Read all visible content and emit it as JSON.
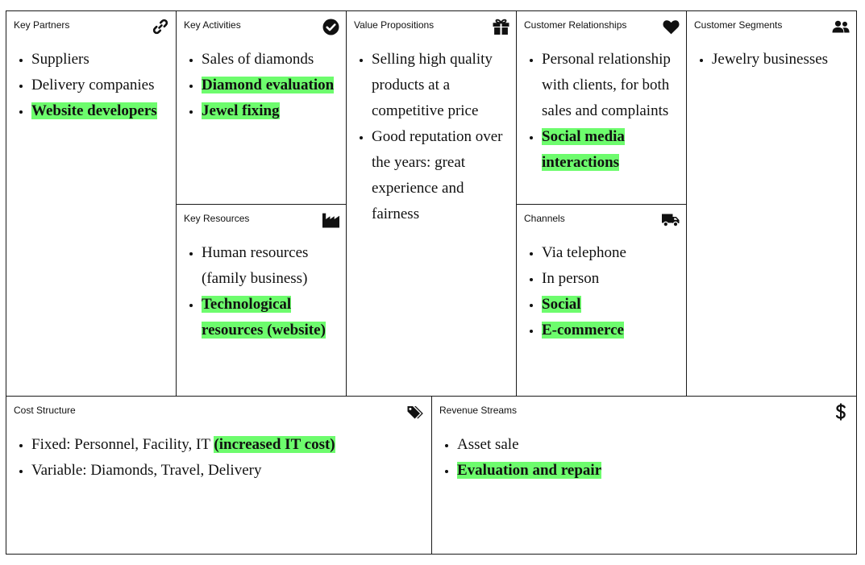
{
  "highlight_color": "#6dfc6d",
  "key_partners": {
    "title": "Key Partners",
    "icon": "link-icon",
    "items": [
      {
        "pre": "Suppliers",
        "hl": ""
      },
      {
        "pre": "Delivery companies",
        "hl": ""
      },
      {
        "pre": "",
        "hl": "Website developers"
      }
    ]
  },
  "key_activities": {
    "title": "Key Activities",
    "icon": "check-circle-icon",
    "items": [
      {
        "pre": "Sales of diamonds",
        "hl": ""
      },
      {
        "pre": "",
        "hl": "Diamond evaluation"
      },
      {
        "pre": "",
        "hl": "Jewel fixing"
      }
    ]
  },
  "key_resources": {
    "title": "Key Resources",
    "icon": "factory-icon",
    "items": [
      {
        "pre": "Human resources (family business)",
        "hl": ""
      },
      {
        "pre": "",
        "hl": "Technological resources (website)"
      }
    ]
  },
  "value_propositions": {
    "title": "Value Propositions",
    "icon": "gift-icon",
    "items": [
      {
        "pre": "Selling high quality products at a competitive price",
        "hl": ""
      },
      {
        "pre": "Good reputation over the years: great experience and fairness",
        "hl": ""
      }
    ]
  },
  "customer_relationships": {
    "title": "Customer Relationships",
    "icon": "heart-icon",
    "items": [
      {
        "pre": "Personal relationship with clients, for both sales and complaints",
        "hl": ""
      },
      {
        "pre": "",
        "hl": "Social media interactions"
      }
    ]
  },
  "channels": {
    "title": "Channels",
    "icon": "truck-icon",
    "items": [
      {
        "pre": "Via telephone",
        "hl": ""
      },
      {
        "pre": "In person",
        "hl": ""
      },
      {
        "pre": "",
        "hl": "Social"
      },
      {
        "pre": "",
        "hl": "E-commerce"
      }
    ]
  },
  "customer_segments": {
    "title": "Customer Segments",
    "icon": "users-icon",
    "items": [
      {
        "pre": "Jewelry businesses",
        "hl": ""
      }
    ]
  },
  "cost_structure": {
    "title": "Cost Structure",
    "icon": "tags-icon",
    "items": [
      {
        "pre": "Fixed: Personnel, Facility, IT ",
        "hl": "(increased IT cost)"
      },
      {
        "pre": "Variable: Diamonds, Travel, Delivery",
        "hl": ""
      }
    ]
  },
  "revenue_streams": {
    "title": "Revenue Streams",
    "icon": "dollar-icon",
    "items": [
      {
        "pre": "Asset sale",
        "hl": ""
      },
      {
        "pre": "",
        "hl": "Evaluation and repair"
      }
    ]
  }
}
